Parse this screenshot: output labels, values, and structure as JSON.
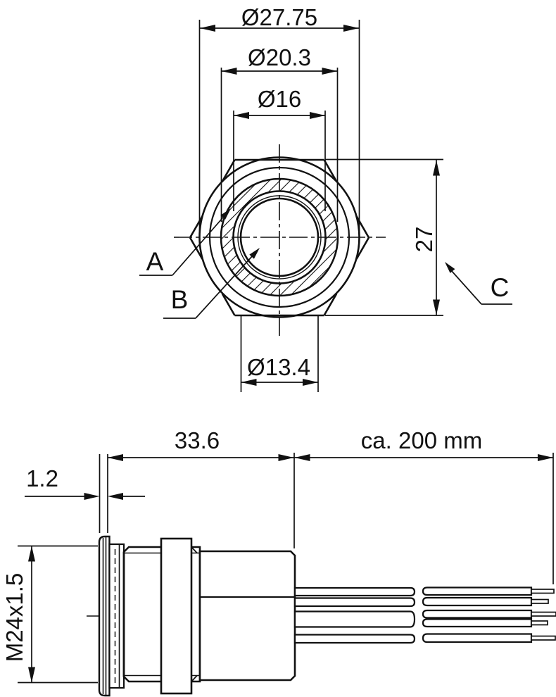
{
  "colors": {
    "line": "#111111",
    "background": "#ffffff"
  },
  "top_view": {
    "dims": {
      "outer_bezel": "Ø27.75",
      "ring_outer": "Ø20.3",
      "button_outer": "Ø16",
      "button_face": "Ø13.4",
      "across_flats": "27"
    },
    "labels": {
      "a": "A",
      "b": "B",
      "c": "C"
    }
  },
  "side_view": {
    "dims": {
      "body_length": "33.6",
      "cable_length": "ca. 200 mm",
      "bezel_height": "1.2",
      "thread": "M24x1.5"
    }
  }
}
